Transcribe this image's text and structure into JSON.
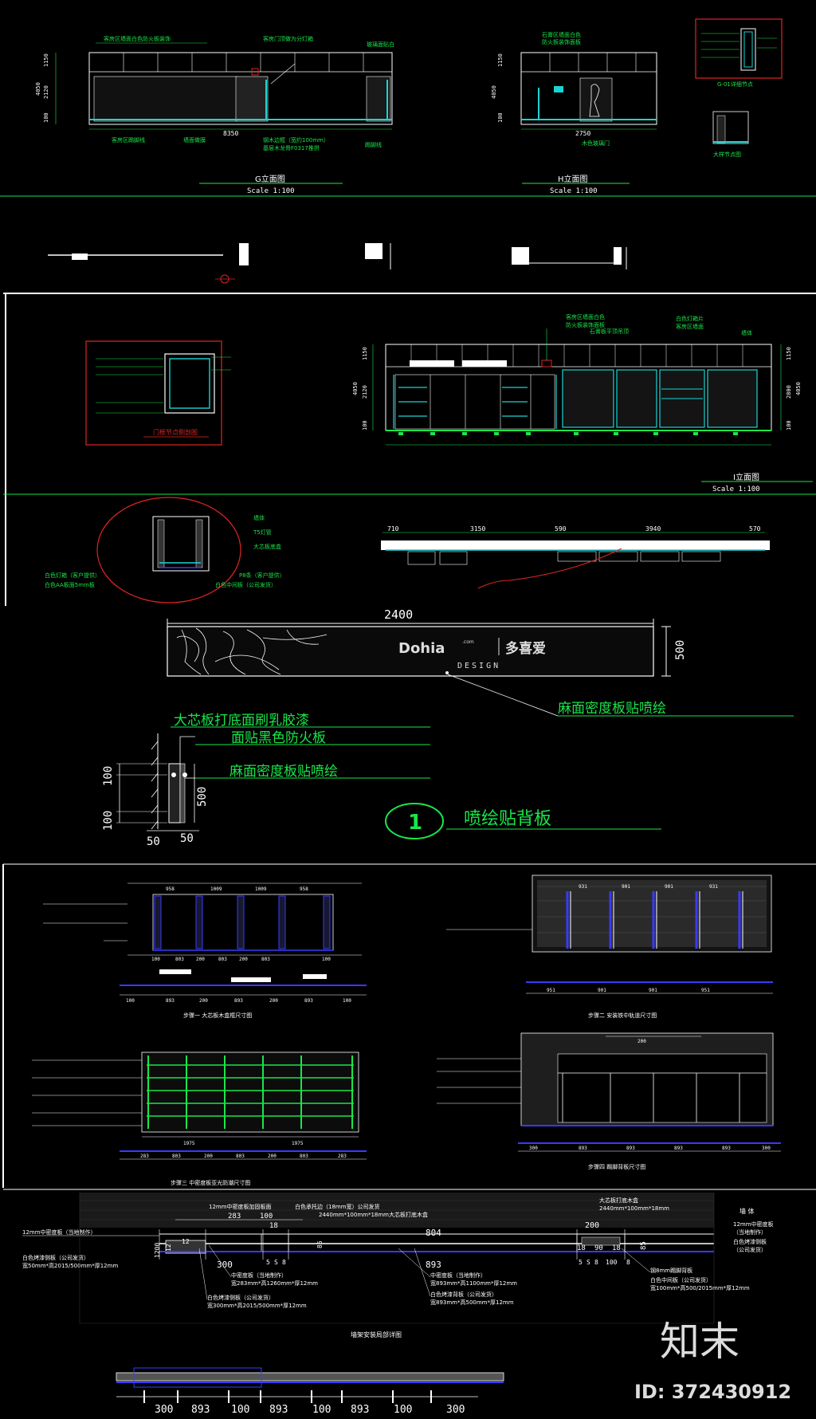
{
  "panel1": {
    "g_elev_title": "G立面图",
    "g_elev_scale": "Scale 1:100",
    "h_elev_title": "H立面图",
    "h_elev_scale": "Scale 1:100",
    "g_note_top_left": "客房区墙面白色防火板装饰",
    "g_note_top_mid": "客房门顶做为分灯箱",
    "g_note_top_right": "玻璃面贴白",
    "g_dim_width": "8350",
    "g_note_bottom_left": "客房区踢脚线",
    "g_note_bottom_mid": "墙面做膜",
    "g_note_bottom_right1": "钢木边框（宽约100mm）",
    "g_note_bottom_right2": "基层木龙骨F0317推拼",
    "g_note_bottom_right3": "踢脚线",
    "g_dim_vert": [
      "1150",
      "2120",
      "100",
      "4050"
    ],
    "h_dim_width": "2750",
    "h_dim_vert": [
      "1150",
      "4050",
      "100"
    ],
    "h_note_top1": "石膏区墙面白色",
    "h_note_top2": "防火板装饰面板",
    "h_note_bottom": "木色玻璃门",
    "detail_label": "G-01详细节点",
    "detail_note": "大样节点图"
  },
  "panel2": {
    "section_detail_title": "门框节点侧剖图",
    "i_elev_title": "I立面图",
    "i_elev_scale": "Scale 1:100",
    "i_note_top1": "客房区墙面白色",
    "i_note_top2": "防火板装饰面板",
    "i_note_mid1": "石膏板平顶吊顶",
    "i_note_right1": "白色灯箱片",
    "i_note_right2": "客房区墙面",
    "i_note_right3": "墙体",
    "i_dim_vert_left": [
      "1150",
      "2120",
      "100",
      "4050"
    ],
    "i_dim_vert_right": [
      "1150",
      "2800",
      "100",
      "4050"
    ],
    "plan_dims": [
      "710",
      "3150",
      "590",
      "3940",
      "570"
    ],
    "plan_note1": "墙体",
    "plan_note2": "T5灯管",
    "plan_note3": "大芯板底盒",
    "plan_note4": "白色灯箱（客户提供）",
    "plan_note5": "白色AA板面5mm板",
    "plan_note6": "白色中间板（公司发货）",
    "plan_note7": "P8条（客户提供）"
  },
  "panel3": {
    "board_width": "2400",
    "board_height": "500",
    "logo_main": "Dohia",
    "logo_com": ".com",
    "logo_cn": "多喜爱",
    "logo_sub": "DESIGN",
    "callout_board": "麻面密度板贴喷绘",
    "note1": "大芯板打底面刷乳胶漆",
    "note2": "面贴黑色防火板",
    "note3": "麻面密度板贴喷绘",
    "side_dims": [
      "100",
      "500",
      "100"
    ],
    "side_bottom": "50",
    "side_bottom2": "50",
    "circle_num": "1",
    "circle_title": "喷绘贴背板"
  },
  "panel4": {
    "step1_title": "步骤一 大芯板木盒框尺寸图",
    "step2_title": "步骤二 安装铁中轨道尺寸图",
    "step3_title": "步骤三 中密度板亚光防潮尺寸图",
    "step4_title": "步骤四 踢脚背板尺寸图",
    "s1_top_dims": [
      "958",
      "1009",
      "1009",
      "958"
    ],
    "s1_bottom_dims": [
      "100",
      "803",
      "200",
      "803",
      "200",
      "803",
      "100"
    ],
    "s1_plan_dims": [
      "100",
      "893",
      "200",
      "893",
      "200",
      "893",
      "100"
    ],
    "s2_top_dims": [
      "931",
      "901",
      "901",
      "931"
    ],
    "s2_plan_dims": [
      "951",
      "901",
      "901",
      "951"
    ],
    "s3_bottom_dims": [
      "1975",
      "1975"
    ],
    "s3_plan_dims": [
      "283",
      "803",
      "200",
      "803",
      "200",
      "803",
      "283"
    ],
    "s4_top_dims": [
      "200"
    ],
    "s4_plan_dims": [
      "300",
      "893",
      "893",
      "893",
      "893",
      "300"
    ]
  },
  "panel5": {
    "note_top1": "12mm中密度板加固板面",
    "note_top2": "白色承托边（18mm宽）公司发货",
    "note_top3": "2440mm*100mm*18mm大芯板打底木盒",
    "note_top4": "大芯板打底木盒",
    "note_top5": "2440mm*100mm*18mm",
    "note_left1": "12mm中密度板（当地制作）",
    "note_left2": "白色烤漆侧板（公司发货）",
    "note_left3": "宽50mm*高2015/500mm*厚12mm",
    "note_right1": "墙 体",
    "note_right2": "12mm中密度板",
    "note_right3": "（当地制作）",
    "note_right4": "白色烤漆侧板",
    "note_right5": "（公司发货）",
    "note_right6": "钢8mm踢脚背板",
    "note_right7": "白色中间板（公司发货）",
    "note_right8": "宽100mm*高500/2015mm*厚12mm",
    "note_mid1": "中密度板（当地制作）",
    "note_mid2": "宽283mm*高1260mm*厚12mm",
    "note_mid3": "白色烤漆侧板（公司发货）",
    "note_mid4": "宽300mm*高2015/500mm*厚12mm",
    "note_mid5": "中密度板（当地制作）",
    "note_mid6": "宽893mm*高1100mm*厚12mm",
    "note_mid7": "白色烤漆背板（公司发货）",
    "note_mid8": "宽893mm*高500mm*厚12mm",
    "dims_top": [
      "283",
      "100",
      "18"
    ],
    "dims_mid": [
      "804"
    ],
    "dims_right": [
      "200",
      "18",
      "90",
      "18",
      "85"
    ],
    "dims_bottom": [
      "300",
      "893"
    ],
    "dims_small": [
      "5",
      "S",
      "8",
      "5",
      "S",
      "8",
      "100",
      "8"
    ],
    "dims_left": [
      "12",
      "12",
      "85",
      "1200"
    ],
    "footer_title": "墙架安装局部详图",
    "bottom_dims": [
      "300",
      "893",
      "100",
      "893",
      "100",
      "893",
      "100",
      "300"
    ],
    "watermark_brand": "知末",
    "watermark_id": "ID: 372430912"
  },
  "colors": {
    "green": "#19e64a",
    "cyan": "#1ad4d4",
    "red": "#e02424",
    "white": "#ffffff",
    "blue": "#3a3aff"
  }
}
